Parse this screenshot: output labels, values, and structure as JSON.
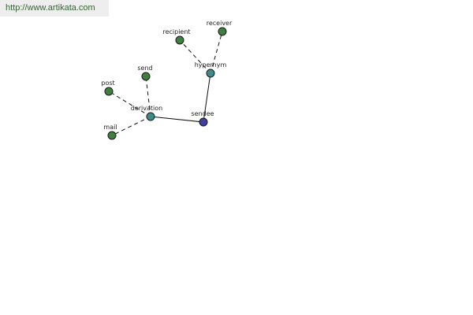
{
  "source_link": "http://www.artikata.com",
  "colors": {
    "leaf_node": "#3f7f3f",
    "relation_node": "#3f8a8a",
    "center_node": "#3f3fa0",
    "node_outline": "#1a1a1a",
    "edge": "#111111",
    "link_bar": "#eeeeee",
    "link_text": "#336633"
  },
  "nodes": [
    {
      "id": "sendee",
      "label": "sendee",
      "kind": "center"
    },
    {
      "id": "hypernym",
      "label": "hypernym",
      "kind": "relation"
    },
    {
      "id": "derivation",
      "label": "derivation",
      "kind": "relation"
    },
    {
      "id": "recipient",
      "label": "recipient",
      "kind": "leaf"
    },
    {
      "id": "receiver",
      "label": "receiver",
      "kind": "leaf"
    },
    {
      "id": "send",
      "label": "send",
      "kind": "leaf"
    },
    {
      "id": "post",
      "label": "post",
      "kind": "leaf"
    },
    {
      "id": "mail",
      "label": "mail",
      "kind": "leaf"
    }
  ],
  "edges": [
    {
      "from": "sendee",
      "to": "hypernym",
      "style": "solid"
    },
    {
      "from": "sendee",
      "to": "derivation",
      "style": "solid"
    },
    {
      "from": "hypernym",
      "to": "recipient",
      "style": "dashed"
    },
    {
      "from": "hypernym",
      "to": "receiver",
      "style": "dashed"
    },
    {
      "from": "derivation",
      "to": "send",
      "style": "dashed"
    },
    {
      "from": "derivation",
      "to": "post",
      "style": "dashed"
    },
    {
      "from": "derivation",
      "to": "mail",
      "style": "dashed"
    }
  ]
}
